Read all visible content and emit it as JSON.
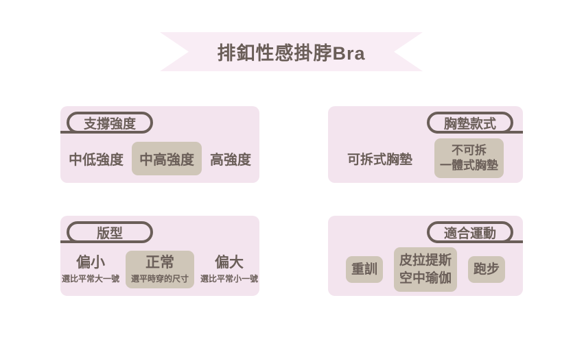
{
  "colors": {
    "page_bg": "#ffffff",
    "banner_bg": "#f9edf5",
    "panel_bg": "#f3e4ee",
    "highlight_bg": "#cfc6b8",
    "ink": "#6a5e58"
  },
  "banner": {
    "title": "排釦性感掛脖Bra"
  },
  "panels": [
    {
      "id": "support-strength",
      "label": "支撐強度",
      "label_side": "left",
      "options": [
        {
          "text": "中低強度",
          "highlighted": false
        },
        {
          "text": "中高強度",
          "highlighted": true
        },
        {
          "text": "高強度",
          "highlighted": false
        }
      ]
    },
    {
      "id": "pad-style",
      "label": "胸墊款式",
      "label_side": "right",
      "options": [
        {
          "text": "可拆式胸墊",
          "highlighted": false
        },
        {
          "line1": "不可拆",
          "line2": "一體式胸墊",
          "highlighted": true
        }
      ]
    },
    {
      "id": "fit",
      "label": "版型",
      "label_side": "left",
      "options": [
        {
          "title": "偏小",
          "subtitle": "選比平常大一號",
          "highlighted": false
        },
        {
          "title": "正常",
          "subtitle": "選平時穿的尺寸",
          "highlighted": true
        },
        {
          "title": "偏大",
          "subtitle": "選比平常小一號",
          "highlighted": false
        }
      ]
    },
    {
      "id": "suitable-sports",
      "label": "適合運動",
      "label_side": "right",
      "options": [
        {
          "text": "重訓",
          "highlighted": true
        },
        {
          "line1": "皮拉提斯",
          "line2": "空中瑜伽",
          "highlighted": true
        },
        {
          "text": "跑步",
          "highlighted": true
        }
      ]
    }
  ]
}
